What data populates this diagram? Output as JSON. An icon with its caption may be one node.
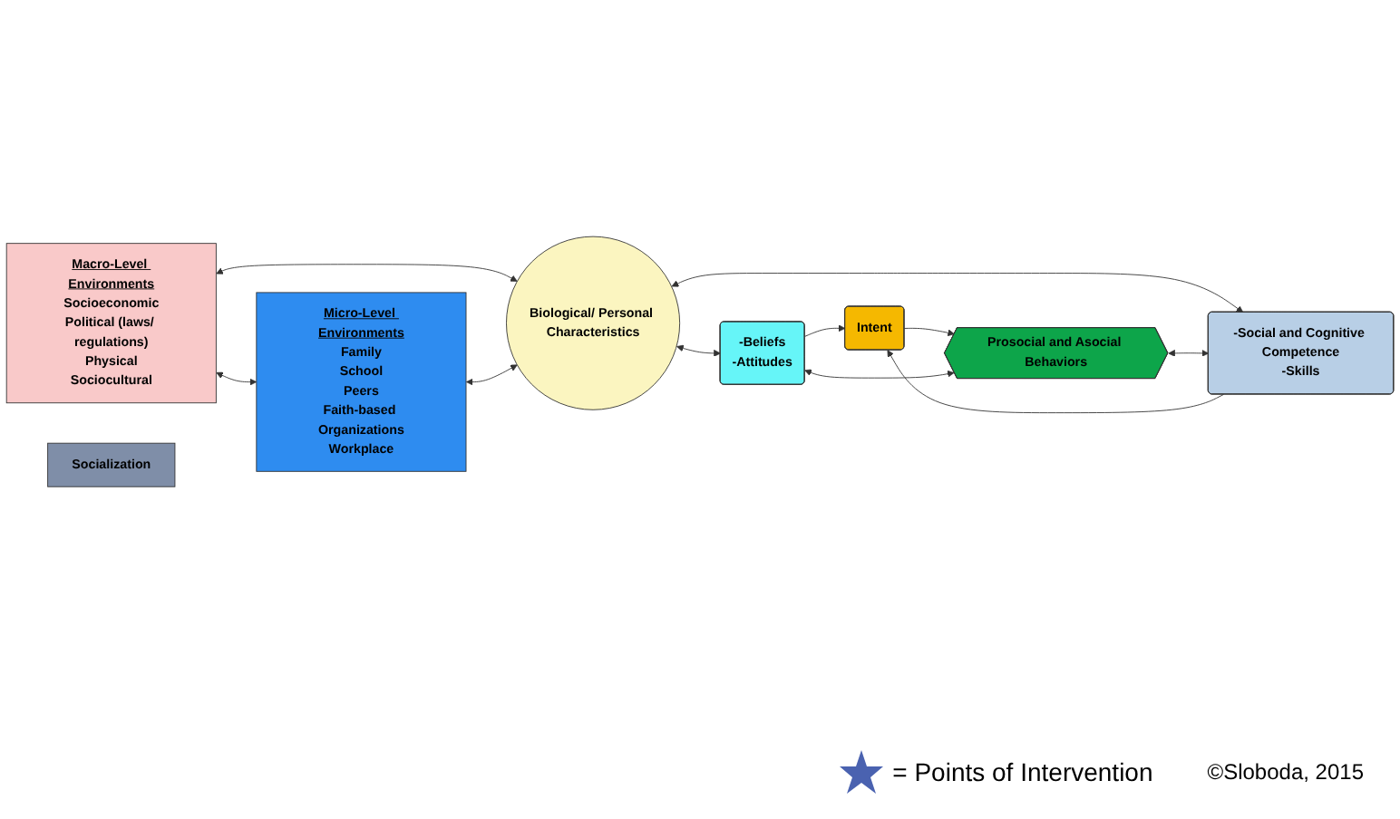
{
  "diagram": {
    "nodes": [
      {
        "text": [
          "Macro-Level Environments",
          "Socioeconomic",
          "Political (laws/ regulations)",
          "Physical",
          "Sociocultural"
        ]
      },
      {
        "text": [
          "Micro-Level Environments",
          "Family",
          "School",
          "Peers",
          "Faith-based Organizations",
          "Workplace"
        ]
      },
      {
        "text": [
          "Biological/ Personal Characteristics"
        ]
      },
      {
        "text": [
          "-Beliefs",
          "-Attitudes"
        ]
      },
      {
        "text": [
          "-Social and Cognitive Competence",
          "-Skills"
        ]
      },
      {
        "text": [
          "Intent"
        ]
      },
      {
        "text": [
          "Prosocial and Asocial Behaviors"
        ]
      },
      {
        "text": [
          "Socialization"
        ]
      }
    ],
    "edges": [
      {
        "from": 0,
        "to": 1,
        "arrow": "both"
      },
      {
        "from": 0,
        "to": 2,
        "arrow": "both"
      },
      {
        "from": 1,
        "to": 2,
        "arrow": "both"
      },
      {
        "from": 2,
        "to": 3,
        "arrow": "both"
      },
      {
        "from": 2,
        "to": 4,
        "arrow": "both"
      },
      {
        "from": 3,
        "to": 5,
        "arrow": "to"
      },
      {
        "from": 4,
        "to": 5,
        "arrow": "to"
      },
      {
        "from": 5,
        "to": 6,
        "arrow": "to"
      },
      {
        "from": 6,
        "to": 3,
        "arrow": "both"
      },
      {
        "from": 6,
        "to": 4,
        "arrow": "both"
      }
    ],
    "labels": [
      "©Sloboda, 2015"
    ],
    "legend": [
      {
        "text": "= Points of Intervention"
      }
    ]
  }
}
